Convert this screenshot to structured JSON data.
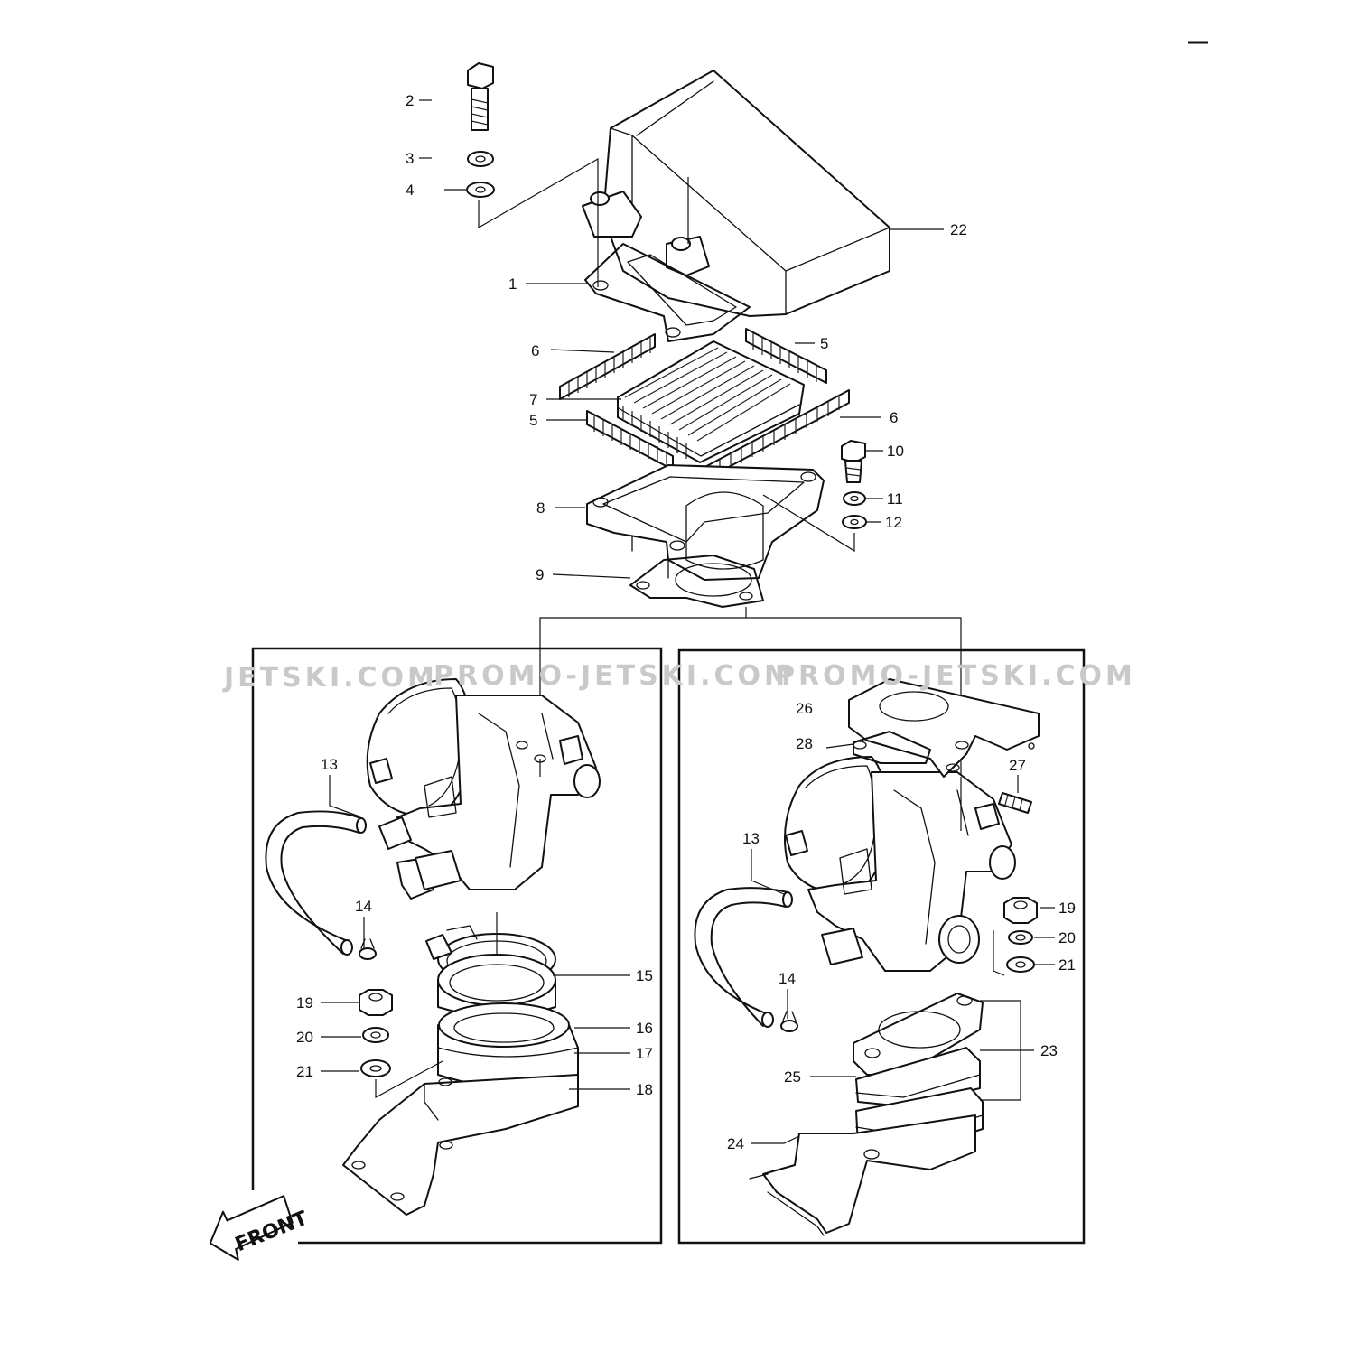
{
  "watermarks": [
    "JETSKI.COM",
    "PROMO-JETSKI.COM",
    "PROMO-JETSKI.COM"
  ],
  "front_label": "FRONT",
  "callouts": [
    "1",
    "2",
    "3",
    "4",
    "5",
    "5",
    "6",
    "6",
    "7",
    "8",
    "9",
    "10",
    "11",
    "12",
    "13",
    "14",
    "15",
    "16",
    "17",
    "18",
    "19",
    "20",
    "21",
    "22",
    "13",
    "14",
    "19",
    "20",
    "21",
    "23",
    "24",
    "25",
    "26",
    "27",
    "28"
  ],
  "colors": {
    "ink": "#111111",
    "watermark": "#c9c9c9",
    "paper": "#ffffff"
  }
}
